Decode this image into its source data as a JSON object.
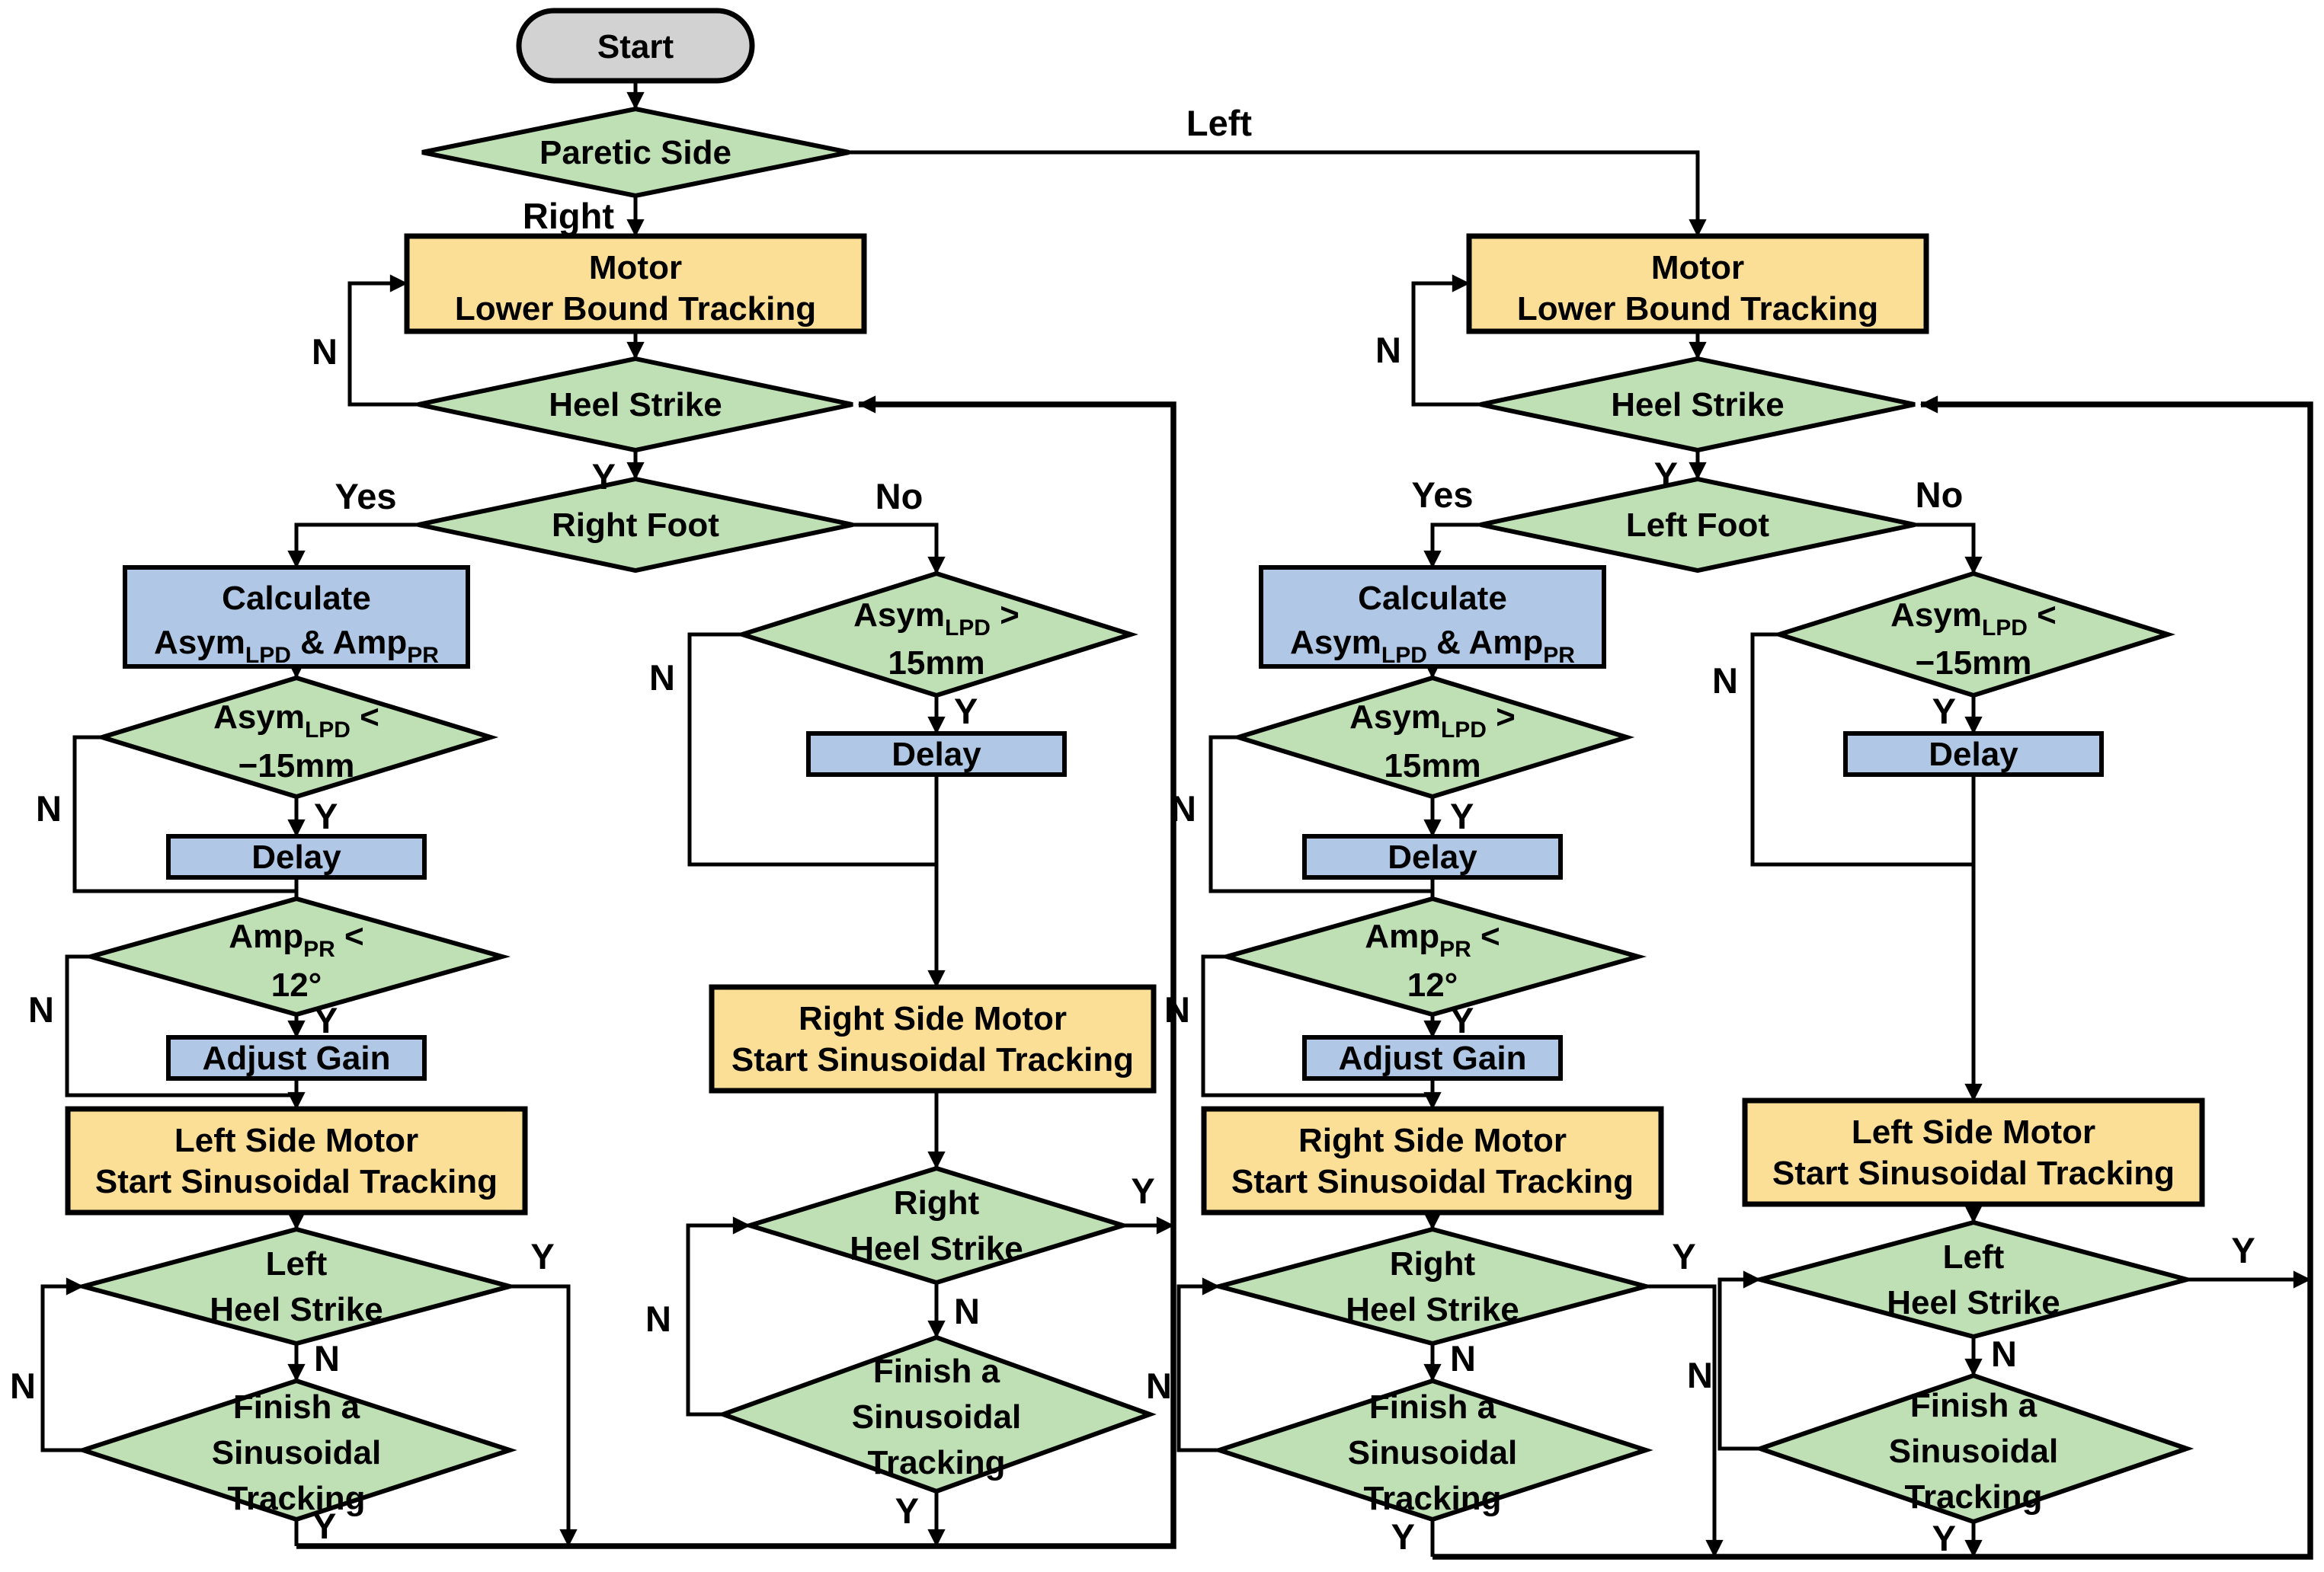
{
  "colors": {
    "background": "#ffffff",
    "line": "#000000",
    "terminal": "#d2d2d2",
    "decision": "#bfdfb5",
    "process": "#fbdf97",
    "action": "#b0c8e6"
  },
  "flow": {
    "terminal": {
      "start": "Start"
    },
    "decisions": {
      "paretic_side": "Paretic Side",
      "heel_strike": "Heel Strike",
      "right_foot": "Right Foot",
      "left_foot": "Left Foot",
      "asym_lt": {
        "base": "Asym",
        "sub": "LPD",
        "op": " <",
        "value": "−15mm"
      },
      "asym_gt": {
        "base": "Asym",
        "sub": "LPD",
        "op": " >",
        "value": "15mm"
      },
      "amp_lt": {
        "base": "Amp",
        "sub": "PR",
        "op": " <",
        "value": "12°"
      },
      "left_heel_strike": {
        "line1": "Left",
        "line2": "Heel Strike"
      },
      "right_heel_strike": {
        "line1": "Right",
        "line2": "Heel Strike"
      },
      "finish_sinusoidal": {
        "line1": "Finish a",
        "line2": "Sinusoidal",
        "line3": "Tracking"
      }
    },
    "processes": {
      "motor_lower_bound": {
        "line1": "Motor",
        "line2": "Lower Bound Tracking"
      },
      "left_side_motor": {
        "line1": "Left Side Motor",
        "line2": "Start Sinusoidal Tracking"
      },
      "right_side_motor": {
        "line1": "Right Side Motor",
        "line2": "Start Sinusoidal Tracking"
      },
      "calculate": {
        "line1": "Calculate",
        "base1": "Asym",
        "sub1": "LPD",
        "mid": " & ",
        "base2": "Amp",
        "sub2": "PR"
      },
      "delay": "Delay",
      "adjust_gain": "Adjust Gain"
    },
    "edge_labels": {
      "yes": "Yes",
      "no": "No",
      "y": "Y",
      "n": "N",
      "right": "Right",
      "left": "Left"
    }
  }
}
